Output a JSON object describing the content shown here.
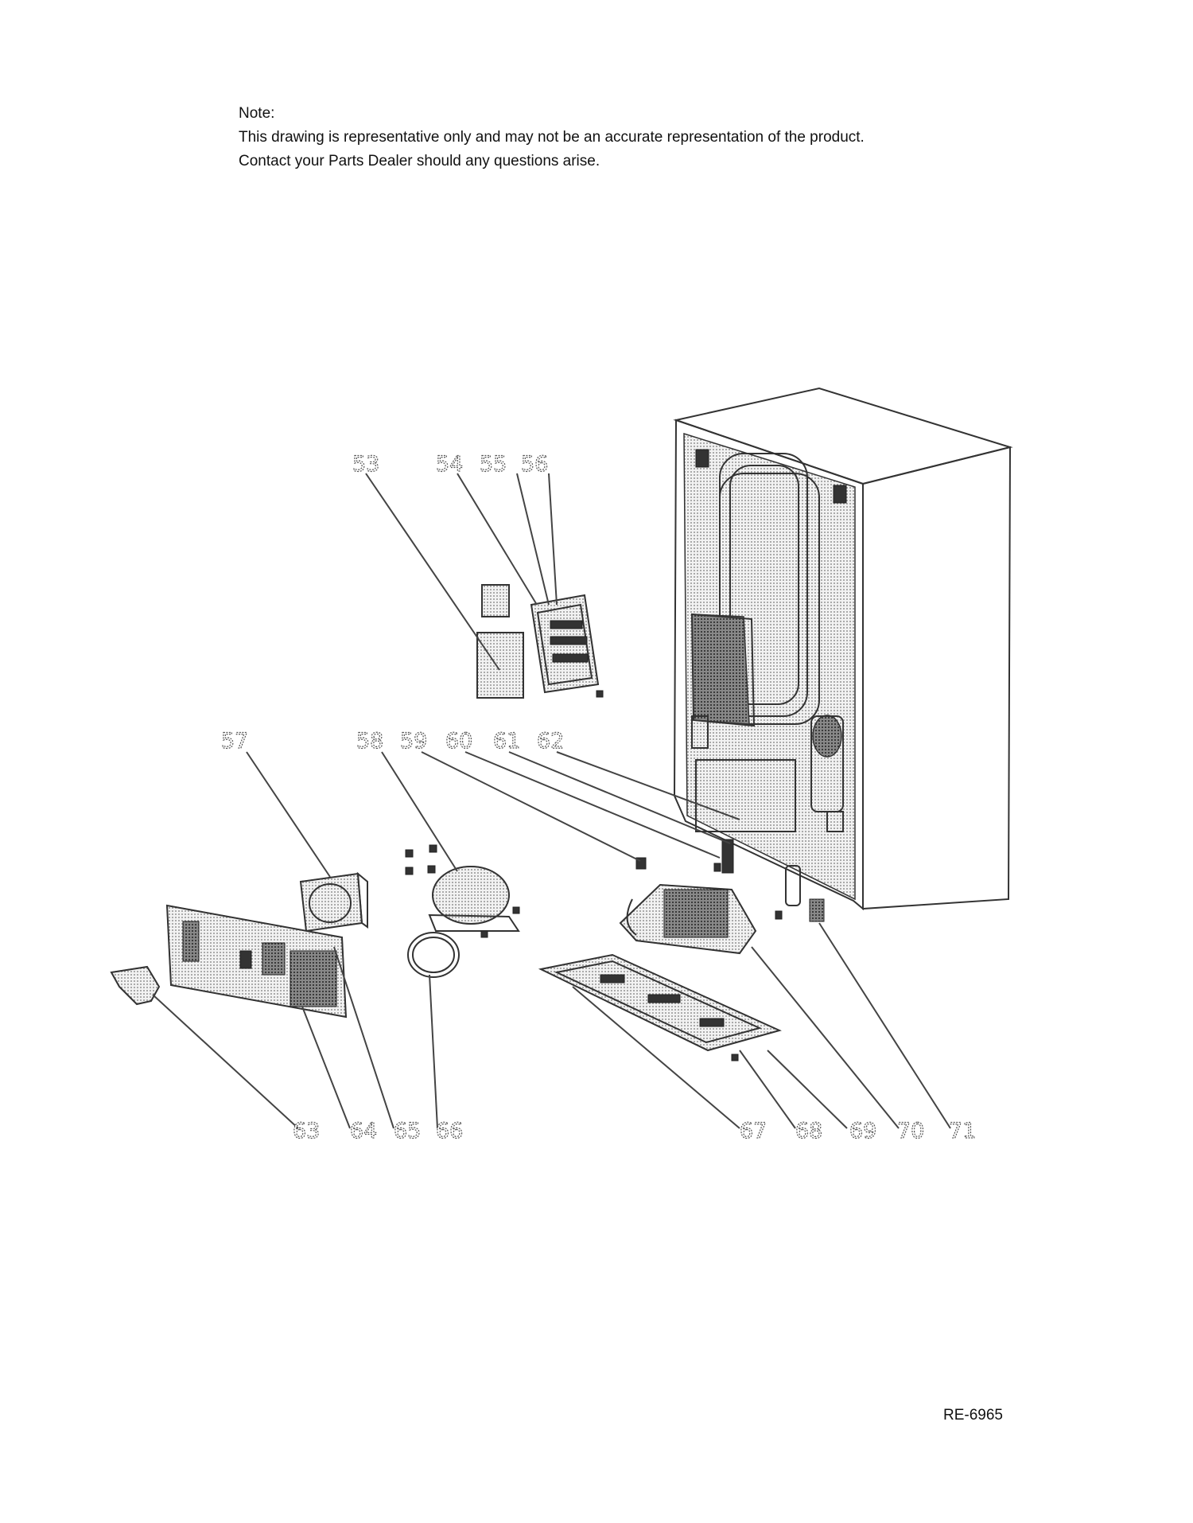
{
  "note": {
    "heading": "Note:",
    "line1": "This drawing is representative only and may not be an accurate representation of the product.",
    "line2": "Contact your Parts Dealer should any questions arise."
  },
  "callouts": [
    "53",
    "54",
    "55",
    "56",
    "57",
    "58",
    "59",
    "60",
    "61",
    "62",
    "63",
    "64",
    "65",
    "66",
    "67",
    "68",
    "69",
    "70",
    "71"
  ],
  "document_number": "RE-6965"
}
